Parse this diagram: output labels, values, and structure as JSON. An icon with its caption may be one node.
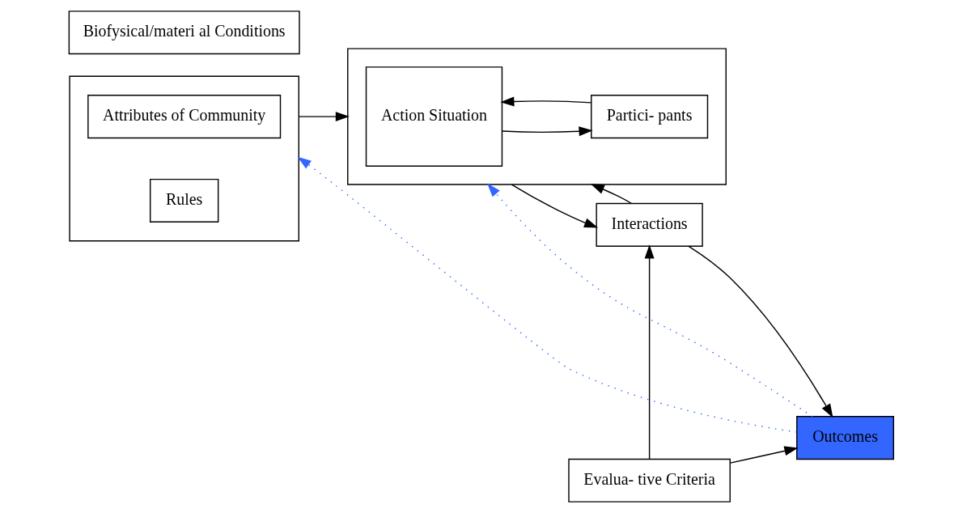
{
  "diagram": {
    "nodes": [
      {
        "text": [],
        "shape": "box"
      },
      {
        "text": [
          "Biofysical/materi al Conditions"
        ]
      },
      {
        "text": [
          "Attributes of Community"
        ],
        "in": 0
      },
      {
        "text": [
          "Rules"
        ],
        "in": 0
      },
      {
        "text": [],
        "shape": "box"
      },
      {
        "text": [
          "Action Situation"
        ],
        "in": 4
      },
      {
        "text": [
          "Partici- pants"
        ],
        "in": 4
      },
      {
        "text": [
          "Interactions"
        ]
      },
      {
        "text": [
          "Evalua- tive Criteria"
        ]
      },
      {
        "text": [
          "Outcomes"
        ]
      }
    ],
    "edges": [
      {
        "from": 0,
        "to": 4,
        "arrow": "to"
      },
      {
        "from": 4,
        "to": 7,
        "arrow": "to"
      },
      {
        "from": 7,
        "to": 4,
        "arrow": "to"
      },
      {
        "from": 5,
        "to": 6,
        "arrow": "to"
      },
      {
        "from": 6,
        "to": 5,
        "arrow": "to"
      },
      {
        "from": 7,
        "to": 9,
        "arrow": "to"
      },
      {
        "from": 8,
        "to": 7,
        "arrow": "to"
      },
      {
        "from": 8,
        "to": 9,
        "arrow": "to"
      },
      {
        "from": 9,
        "to": 0,
        "arrow": "to",
        "style": "dashed",
        "color": "#3366ff"
      },
      {
        "from": 9,
        "to": 4,
        "arrow": "to",
        "style": "dashed",
        "color": "#3366ff"
      }
    ]
  }
}
